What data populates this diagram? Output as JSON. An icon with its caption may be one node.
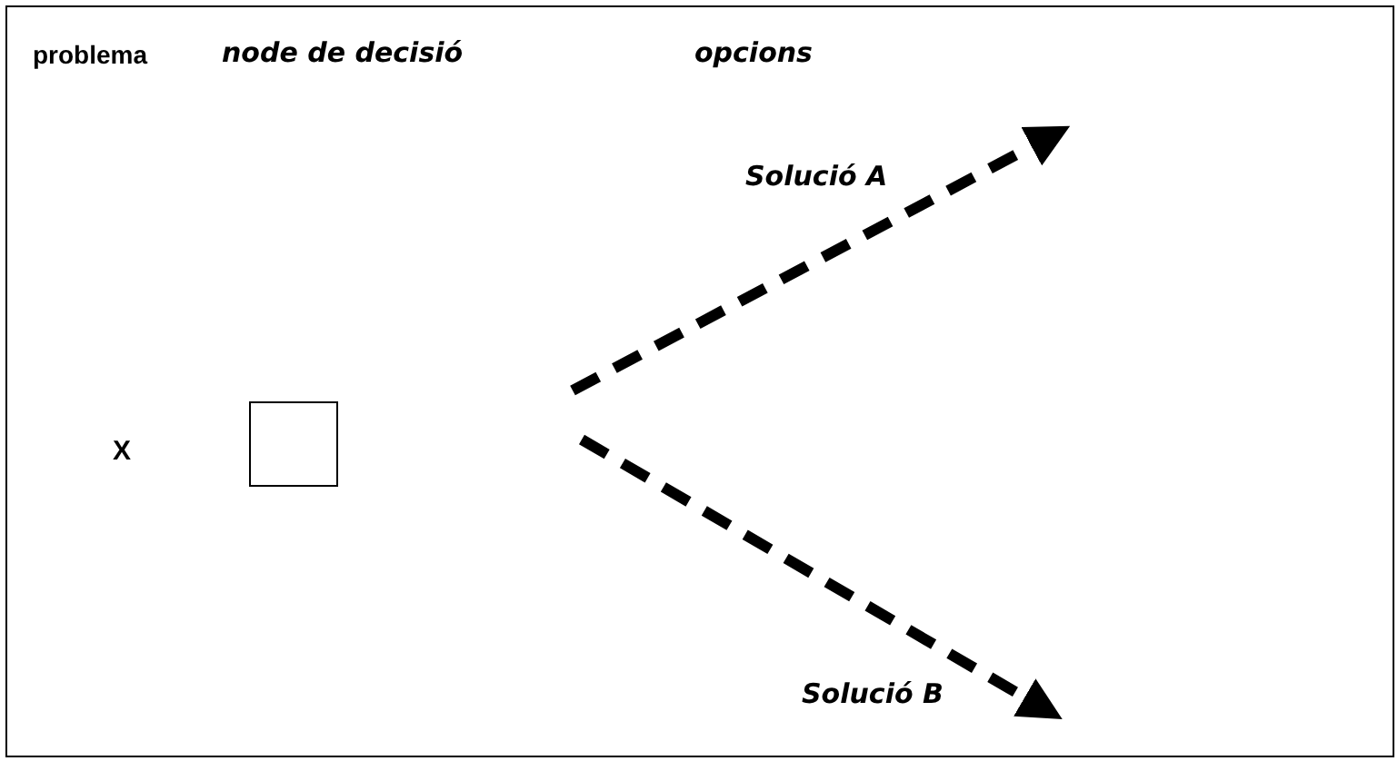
{
  "diagram": {
    "nodes": [
      {
        "text": [],
        "shape": "box"
      }
    ],
    "labels": [
      "problema",
      "node de decisió",
      "opcions",
      "Solució A",
      "X",
      "Solució B"
    ]
  }
}
